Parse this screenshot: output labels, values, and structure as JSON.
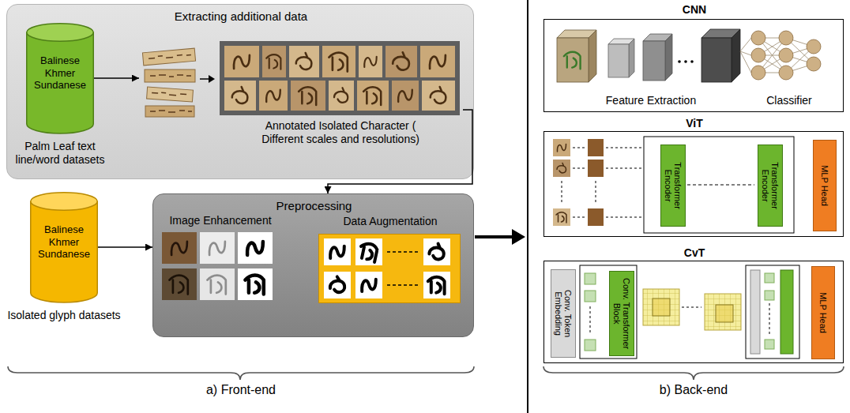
{
  "diagram": {
    "nodes": [
      {
        "text": [
          "Extracting additional data"
        ]
      },
      {
        "text": [
          "Balinese Khmer Sundanese",
          "Palm Leaf text line/word datasets"
        ],
        "in": 0
      },
      {
        "text": [
          "Annotated Isolated Character ( Different scales and resolutions)"
        ],
        "in": 0
      },
      {
        "text": [
          "Balinese Khmer Sundanese",
          "Isolated glyph datasets"
        ]
      },
      {
        "text": [
          "Preprocessing"
        ]
      },
      {
        "text": [
          "Image Enhancement"
        ],
        "in": 4
      },
      {
        "text": [
          "Data Augmentation"
        ],
        "in": 4
      },
      {
        "text": [
          "CNN",
          "Feature Extraction",
          "Classifier"
        ]
      },
      {
        "text": [
          "ViT"
        ]
      },
      {
        "text": [
          "Transformer Encoder"
        ],
        "in": 8
      },
      {
        "text": [
          "Transformer Encoder"
        ],
        "in": 8
      },
      {
        "text": [
          "MLP Head"
        ],
        "in": 8
      },
      {
        "text": [
          "CvT"
        ]
      },
      {
        "text": [
          "Conv. Token Embedding"
        ],
        "in": 12
      },
      {
        "text": [
          "Conv. Transformer Block"
        ],
        "in": 12
      },
      {
        "text": [
          "MLP Head"
        ],
        "in": 12
      }
    ],
    "edges": [
      {
        "from": 1,
        "to": 2,
        "arrow": "to"
      },
      {
        "from": 2,
        "to": 4,
        "arrow": "to"
      },
      {
        "from": 3,
        "to": 4,
        "arrow": "to"
      }
    ],
    "labels": [
      "a) Front-end",
      "b) Back-end"
    ]
  }
}
